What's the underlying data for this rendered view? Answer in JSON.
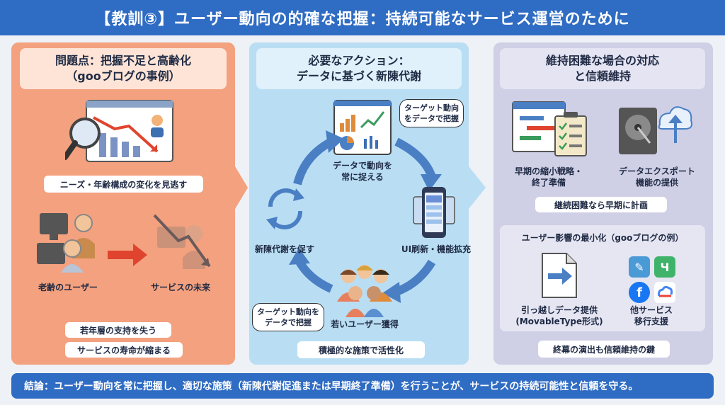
{
  "header": {
    "title": "【教訓③】ユーザー動向の的確な把握：持続可能なサービス運営のために"
  },
  "problem": {
    "title_line1": "問題点：把握不足と高齢化",
    "title_line2": "（gooブログの事例）",
    "pill_needs": "ニーズ・年齢構成の変化を見逃す",
    "label_elderly": "老齢のユーザー",
    "label_future": "サービスの未来",
    "pill_young": "若年層の支持を失う",
    "pill_lifespan": "サービスの寿命が縮まる"
  },
  "action": {
    "title_line1": "必要なアクション：",
    "title_line2": "データに基づく新陳代謝",
    "label_data_line1": "データで動向を",
    "label_data_line2": "常に捉える",
    "label_ui": "UI刷新・機能拡充",
    "label_young": "若いユーザー獲得",
    "label_renew": "新陳代謝を促す",
    "bubble1_line1": "ターゲット動向",
    "bubble1_line2": "をデータで把握",
    "bubble2_line1": "ターゲット動向を",
    "bubble2_line2": "データで把握",
    "pill_active": "積極的な施策で活性化"
  },
  "response": {
    "title_line1": "維持困難な場合の対応",
    "title_line2": "と信頼維持",
    "label_plan_line1": "早期の縮小戦略・",
    "label_plan_line2": "終了準備",
    "label_export_line1": "データエクスポート",
    "label_export_line2": "機能の提供",
    "pill_plan": "継続困難なら早期に計画",
    "impact_title": "ユーザー影響の最小化（gooブログの例）",
    "label_move_line1": "引っ越しデータ提供",
    "label_move_line2": "(MovableType形式)",
    "label_other_line1": "他サービス",
    "label_other_line2": "移行支援",
    "pill_trust": "終幕の演出も信頼維持の鍵"
  },
  "conclusion": {
    "text": "結論：ユーザー動向を常に把握し、適切な施策（新陳代謝促進または早期終了準備）を行うことが、サービスの持続可能性と信頼を守る。"
  },
  "colors": {
    "header_bg": "#2f6cc3",
    "problem_bg": "#f3a17f",
    "action_bg": "#b9def4",
    "response_bg": "#cfcfe6",
    "arrow_blue": "#4a7fc4"
  }
}
